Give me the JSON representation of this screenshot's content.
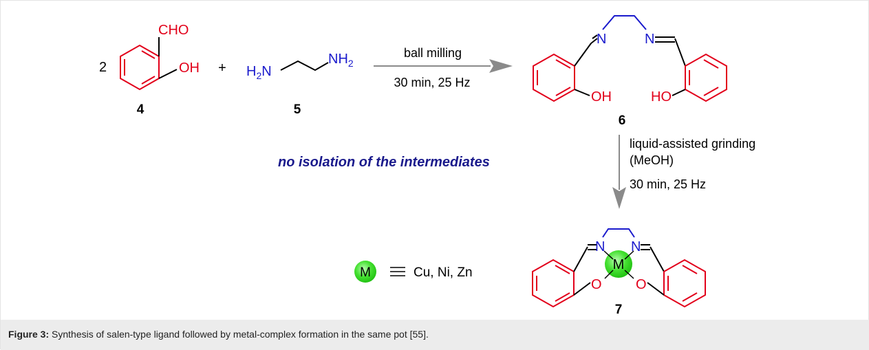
{
  "colors": {
    "oxygen": "#e2001a",
    "nitrogen": "#1a1acc",
    "bond": "#000000",
    "arrow": "#8a8a8a",
    "note": "#1a1a8c",
    "metal": "#33dd22"
  },
  "reactant_4": {
    "coefficient": "2",
    "cho": "CHO",
    "oh": "OH",
    "label": "4"
  },
  "plus": "+",
  "reactant_5": {
    "h2n": "H2N",
    "nh2": "NH2",
    "label": "5"
  },
  "arrow_1": {
    "condition_top": "ball milling",
    "condition_bottom": "30 min, 25 Hz"
  },
  "product_6": {
    "n_left": "N",
    "n_right": "N",
    "oh_left": "OH",
    "oh_right": "HO",
    "label": "6"
  },
  "arrow_2": {
    "line1": "liquid-assisted grinding",
    "line2": "(MeOH)",
    "line3": "30 min, 25 Hz"
  },
  "note": "no isolation of the intermediates",
  "legend": {
    "metal_symbol": "M",
    "equiv_text": "Cu, Ni, Zn"
  },
  "product_7": {
    "n_left": "N",
    "n_right": "N",
    "metal": "M",
    "o_left": "O",
    "o_right": "O",
    "label": "7"
  },
  "caption": {
    "label": "Figure 3:",
    "text": " Synthesis of salen-type ligand followed by metal-complex formation in the same pot [55]."
  }
}
